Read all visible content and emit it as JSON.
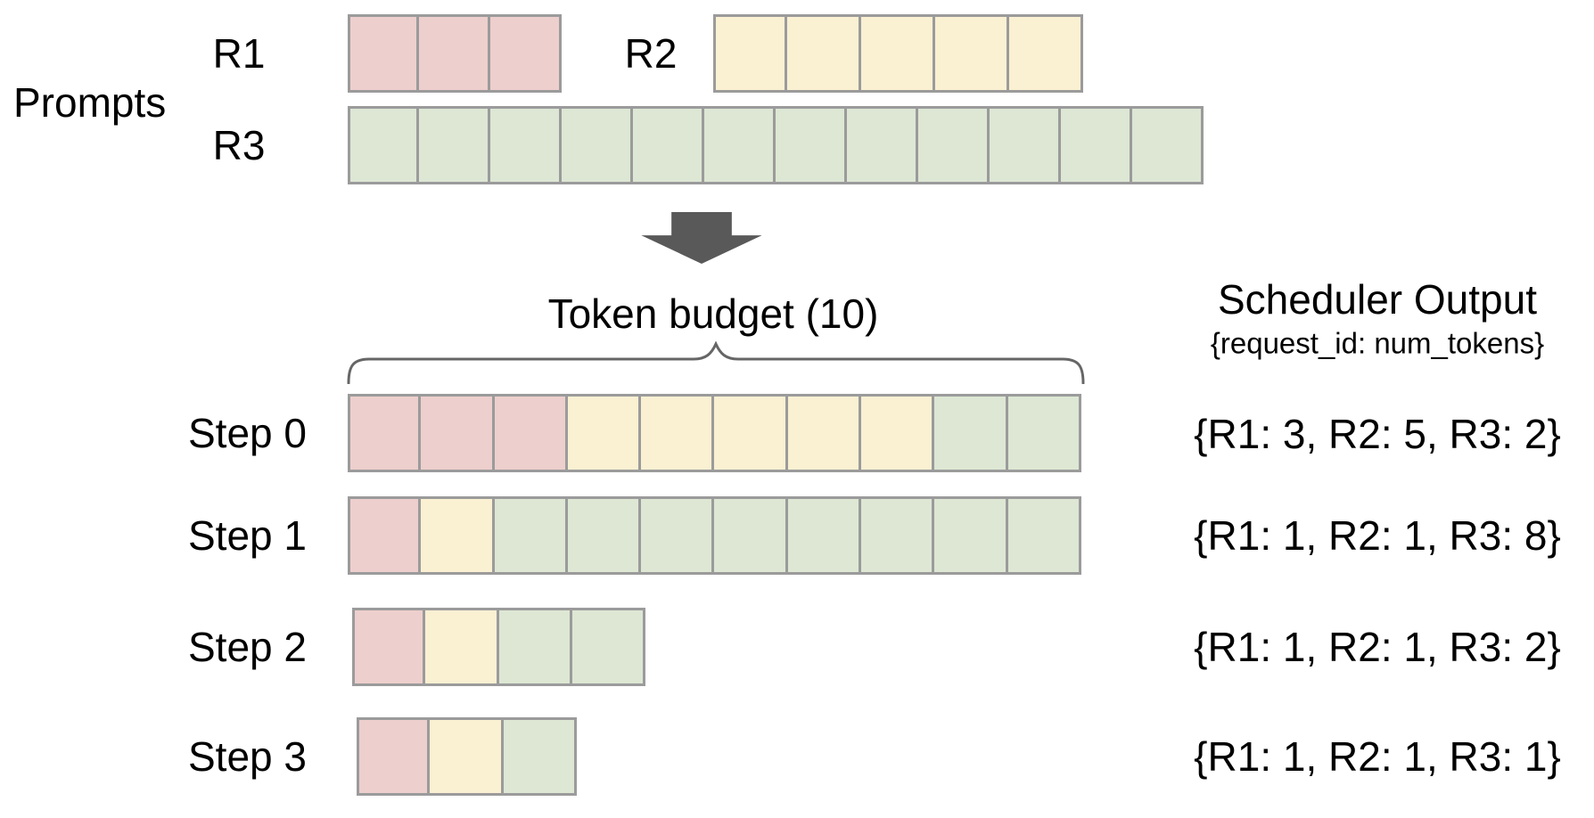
{
  "colors": {
    "arrow": "#595959",
    "brace": "#666666",
    "cell_border": "#9b9b9b"
  },
  "request_colors": {
    "R1": "#edcfcd",
    "R2": "#faf0d2",
    "R3": "#dde7d4"
  },
  "prompts": {
    "label": "Prompts",
    "rows": [
      {
        "id": "R1",
        "label": "R1",
        "cells": 3
      },
      {
        "id": "R2",
        "label": "R2",
        "cells": 5
      },
      {
        "id": "R3",
        "label": "R3",
        "cells": 12
      }
    ]
  },
  "token_budget": {
    "label": "Token budget (10)",
    "value": 10
  },
  "scheduler_output": {
    "title": "Scheduler Output",
    "subtitle": "{request_id: num_tokens}"
  },
  "steps": [
    {
      "label": "Step 0",
      "allocation": {
        "R1": 3,
        "R2": 5,
        "R3": 2
      },
      "output": "{R1: 3, R2: 5, R3: 2}"
    },
    {
      "label": "Step 1",
      "allocation": {
        "R1": 1,
        "R2": 1,
        "R3": 8
      },
      "output": "{R1: 1, R2: 1, R3: 8}"
    },
    {
      "label": "Step 2",
      "allocation": {
        "R1": 1,
        "R2": 1,
        "R3": 2
      },
      "output": "{R1: 1, R2: 1, R3: 2}"
    },
    {
      "label": "Step 3",
      "allocation": {
        "R1": 1,
        "R2": 1,
        "R3": 1
      },
      "output": "{R1: 1, R2: 1, R3: 1}"
    }
  ]
}
